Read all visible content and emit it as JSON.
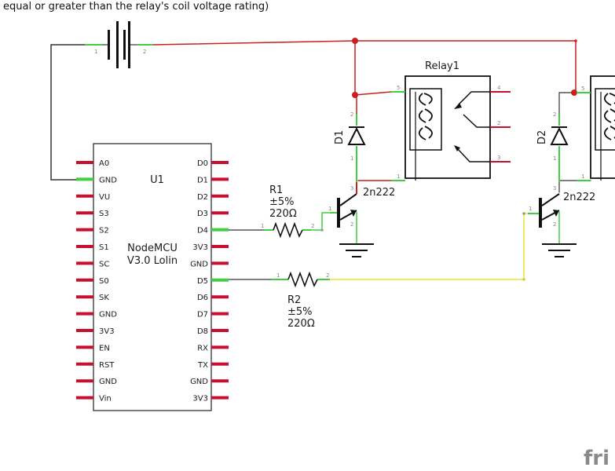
{
  "header_note": "equal or greater than the relay's coil voltage rating)",
  "mcu": {
    "ref": "U1",
    "name_line1": "NodeMCU",
    "name_line2": "V3.0 Lolin",
    "left_pins": [
      "A0",
      "GND",
      "VU",
      "S3",
      "S2",
      "S1",
      "SC",
      "S0",
      "SK",
      "GND",
      "3V3",
      "EN",
      "RST",
      "GND",
      "Vin"
    ],
    "right_pins": [
      "D0",
      "D1",
      "D2",
      "D3",
      "D4",
      "3V3",
      "GND",
      "D5",
      "D6",
      "D7",
      "D8",
      "RX",
      "TX",
      "GND",
      "3V3"
    ]
  },
  "battery": {
    "pin1": "1",
    "pin2": "2"
  },
  "relay": {
    "name": "Relay1",
    "pins": [
      "5",
      "1",
      "4",
      "2",
      "3"
    ]
  },
  "diodes": [
    {
      "ref": "D1",
      "pin_a": "2",
      "pin_k": "1"
    },
    {
      "ref": "D2",
      "pin_a": "2",
      "pin_k": "1"
    }
  ],
  "transistors": [
    {
      "label": "2n222",
      "pins": [
        "1",
        "3",
        "2"
      ]
    },
    {
      "label": "2n222",
      "pins": [
        "1",
        "3",
        "2"
      ]
    }
  ],
  "resistors": [
    {
      "ref": "R1",
      "tol": "±5%",
      "value": "220Ω",
      "pin1": "1",
      "pin2": "2"
    },
    {
      "ref": "R2",
      "tol": "±5%",
      "value": "220Ω",
      "pin1": "1",
      "pin2": "2"
    }
  ],
  "watermark": "fri",
  "colors": {
    "wire_red": "#cc1f1f",
    "wire_yellow": "#f0e62b",
    "wire_black": "#333333",
    "pin_red": "#c8102e",
    "pin_green": "#3fcf3f"
  }
}
